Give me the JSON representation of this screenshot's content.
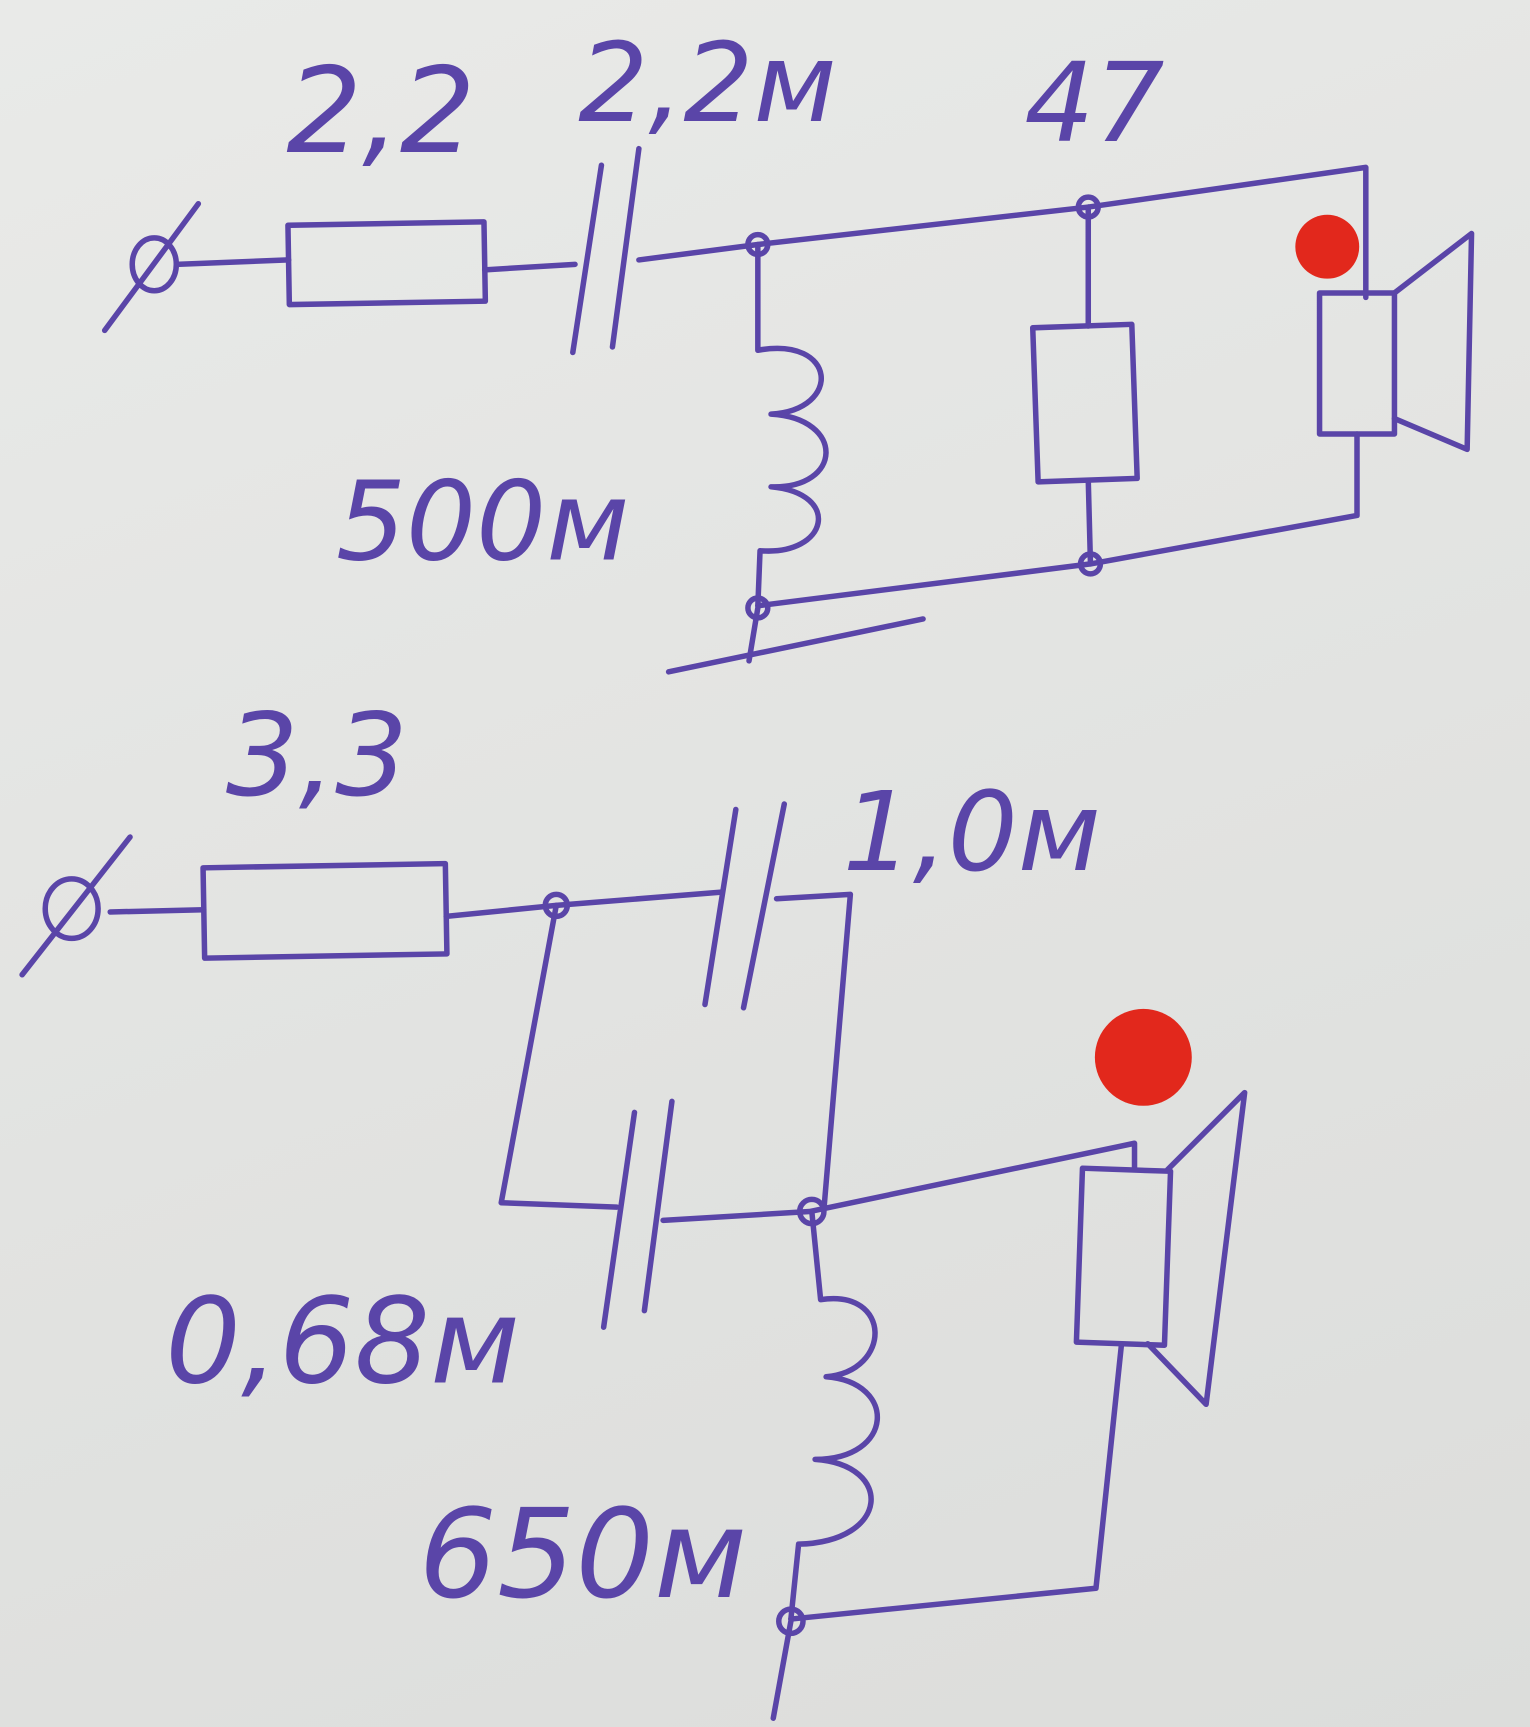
{
  "circuit_top": {
    "resistor_series_label": "2,2",
    "capacitor_label": "2,2м",
    "resistor_parallel_label": "47",
    "inductor_label": "500м",
    "polarity_marker_color": "#e2281c"
  },
  "circuit_bottom": {
    "resistor_series_label": "3,3",
    "capacitor_top_label": "1,0м",
    "capacitor_bottom_label": "0,68м",
    "inductor_label": "650м",
    "polarity_marker_color": "#e2281c"
  },
  "ink_color": "#5a45a8"
}
